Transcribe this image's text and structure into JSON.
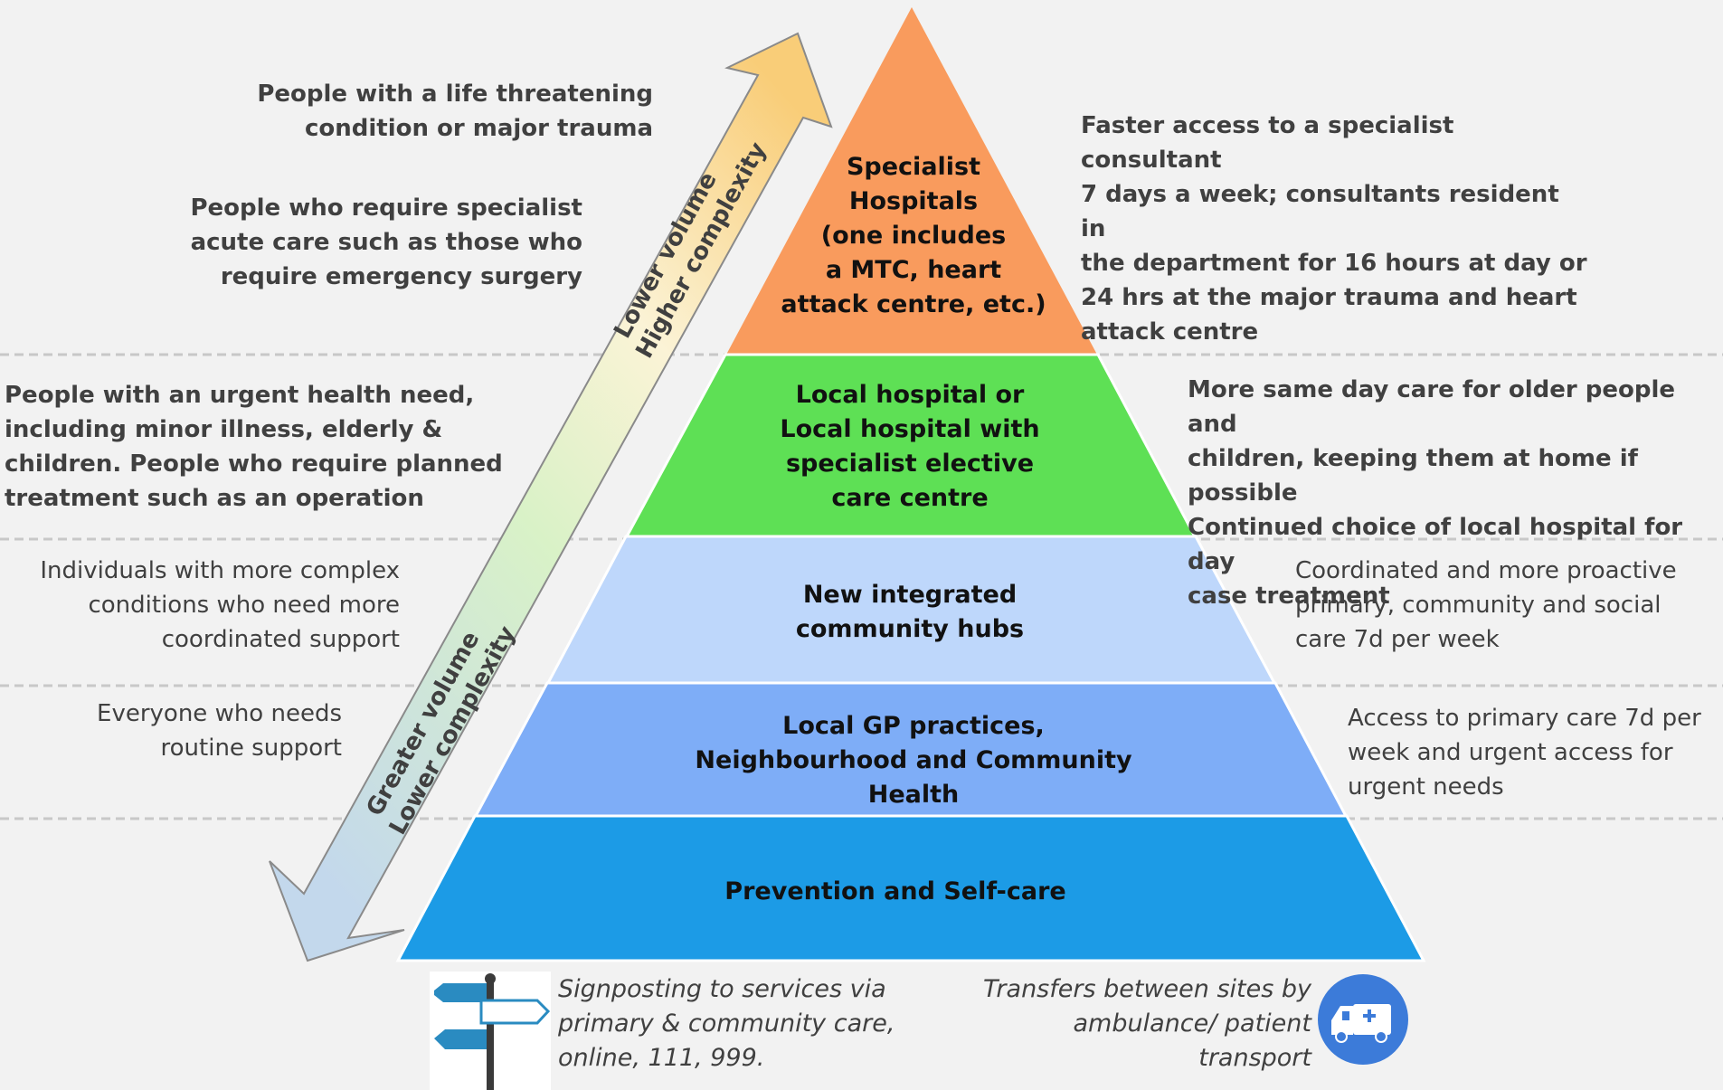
{
  "colors": {
    "background": "#f2f2f2",
    "tier_specialist": "#f99b5d",
    "tier_local_hospital": "#5ee055",
    "tier_community_hubs": "#bed7fb",
    "tier_gp": "#7eadf7",
    "tier_prevention": "#1c9be6",
    "arrow_top": "#f9cd78",
    "arrow_bottom": "#c3d9ec",
    "ambulance_circle": "#3c7bd9",
    "signpost": "#2a8bc1"
  },
  "arrow": {
    "top_label_1": "Lower volume",
    "top_label_2": "Higher complexity",
    "bottom_label_1": "Greater volume",
    "bottom_label_2": "Lower complexity"
  },
  "tiers": {
    "specialist": "Specialist\nHospitals\n(one includes\na MTC, heart\nattack centre, etc.)",
    "local_hospital": "Local hospital or\nLocal hospital with\nspecialist elective\ncare centre",
    "community_hubs": "New integrated\ncommunity hubs",
    "gp": "Local GP practices,\nNeighbourhood  and Community\nHealth",
    "prevention": "Prevention and Self-care"
  },
  "left": {
    "life_threatening": "People with a life threatening\ncondition  or major trauma",
    "specialist_acute": "People who require specialist\nacute care such as those who\nrequire emergency surgery",
    "urgent_need": "People with an urgent health need,\nincluding  minor illness, elderly &\nchildren.  People who require planned\ntreatment such as an operation",
    "complex_conditions": "Individuals with more complex\nconditions who need more\ncoordinated support",
    "routine": "Everyone who needs\nroutine support"
  },
  "right": {
    "specialist": "Faster access to a specialist consultant\n7 days a week; consultants resident in\nthe department for 16 hours at day or\n24 hrs at the major trauma and heart\nattack centre",
    "local_hospital": "More same day care for older people and\nchildren, keeping them at home if possible\nContinued  choice of local hospital for day\ncase treatment",
    "community_hubs": "Coordinated and more proactive\nprimary, community and social\ncare 7d per week",
    "gp": "Access to primary care 7d per\nweek and urgent access for\nurgent needs"
  },
  "footer": {
    "signposting": "Signposting to services via\nprimary & community care,\nonline, 111, 999.",
    "transfers": "Transfers between sites by\nambulance/ patient\ntransport",
    "signpost_icon": "signpost-icon",
    "ambulance_icon": "ambulance-icon"
  }
}
